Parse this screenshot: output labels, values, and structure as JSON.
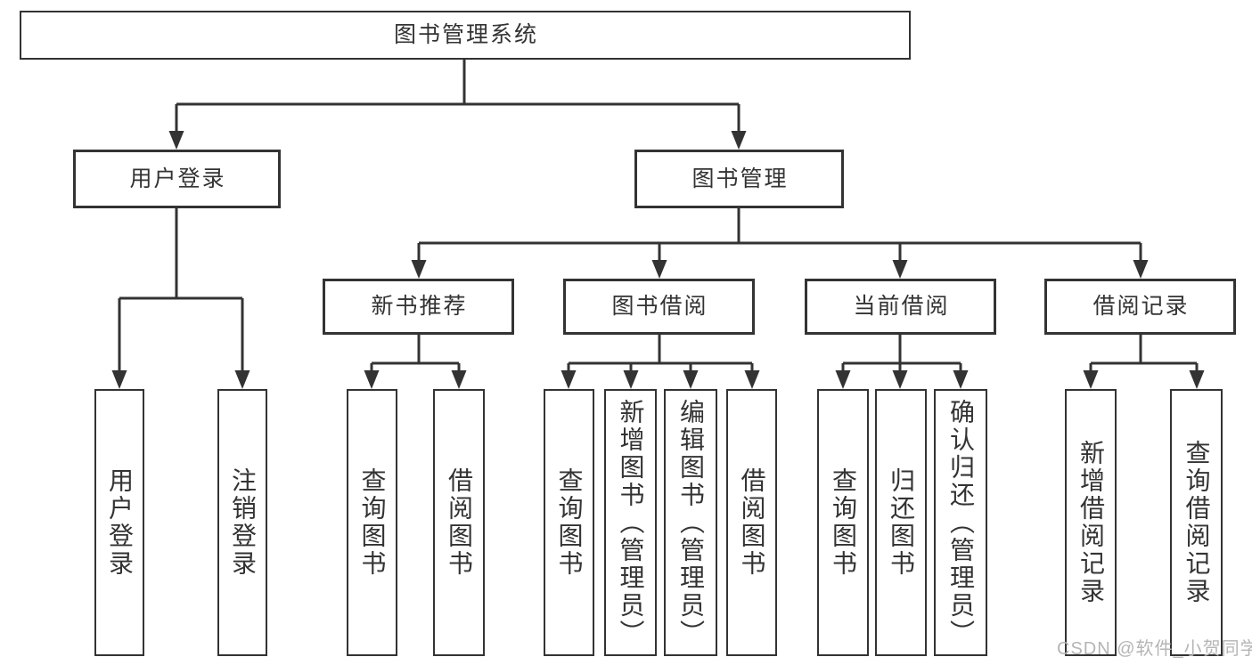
{
  "colors": {
    "line": "#333333",
    "text": "#333333",
    "box_background": "#ffffff",
    "watermark": "#b5b5b5"
  },
  "tree": {
    "label": "图书管理系统",
    "children": [
      {
        "label": "用户登录",
        "children": [
          {
            "label": "用户登录"
          },
          {
            "label": "注销登录"
          }
        ]
      },
      {
        "label": "图书管理",
        "children": [
          {
            "label": "新书推荐",
            "children": [
              {
                "label": "查询图书"
              },
              {
                "label": "借阅图书"
              }
            ]
          },
          {
            "label": "图书借阅",
            "children": [
              {
                "label": "查询图书"
              },
              {
                "label": "新增图书（管理员）"
              },
              {
                "label": "编辑图书（管理员）"
              },
              {
                "label": "借阅图书"
              }
            ]
          },
          {
            "label": "当前借阅",
            "children": [
              {
                "label": "查询图书"
              },
              {
                "label": "归还图书"
              },
              {
                "label": "确认归还（管理员）"
              }
            ]
          },
          {
            "label": "借阅记录",
            "children": [
              {
                "label": "新增借阅记录"
              },
              {
                "label": "查询借阅记录"
              }
            ]
          }
        ]
      }
    ]
  },
  "watermark": {
    "text": "CSDN @软件_小贺同学"
  }
}
